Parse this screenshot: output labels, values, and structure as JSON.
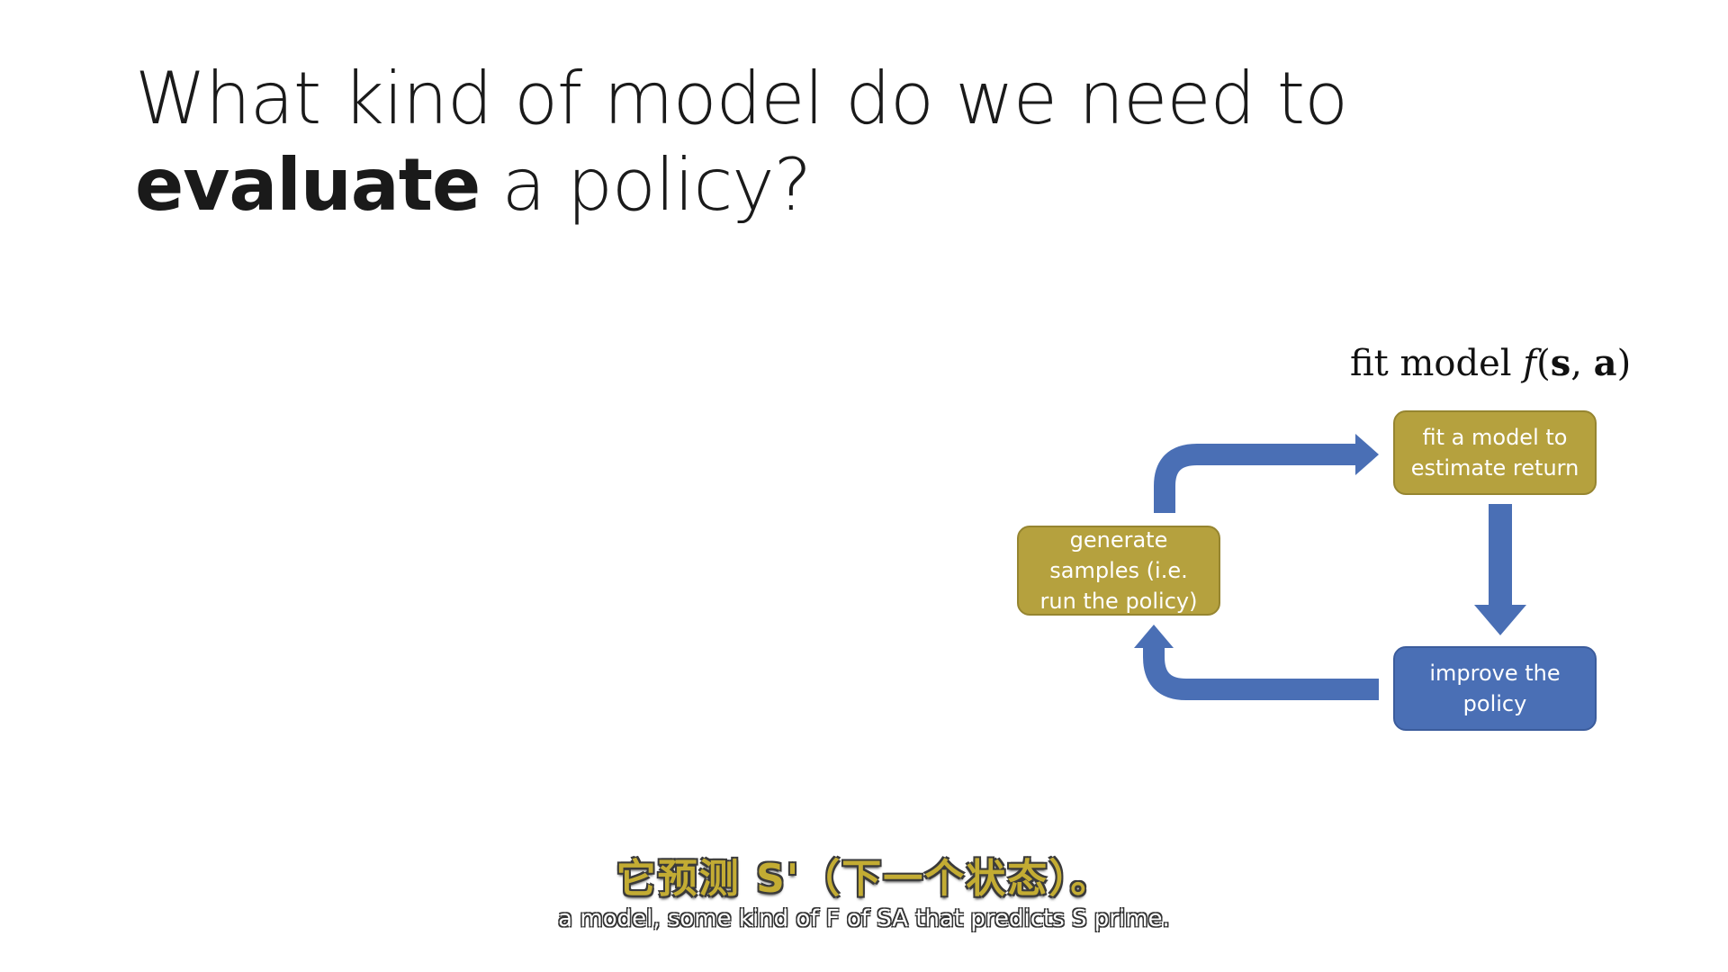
{
  "slide": {
    "title_before": "What kind of model do we need to ",
    "title_emphasis": "evaluate",
    "title_after": " a policy?"
  },
  "diagram": {
    "caption_prefix": "fit model ",
    "caption_fn": "f",
    "caption_open": "(",
    "caption_s": "s",
    "caption_sep": ", ",
    "caption_a": "a",
    "caption_close": ")",
    "boxes": {
      "fit_model": "fit a model to estimate return",
      "improve_policy": "improve the policy",
      "generate_samples": "generate samples (i.e. run the policy)"
    },
    "colors": {
      "gold": "#b5a13e",
      "blue": "#4a6fb5"
    }
  },
  "subtitles": {
    "zh": "它预测 S'（下一个状态）。",
    "en": "a model, some kind of F of SA that predicts S prime."
  }
}
